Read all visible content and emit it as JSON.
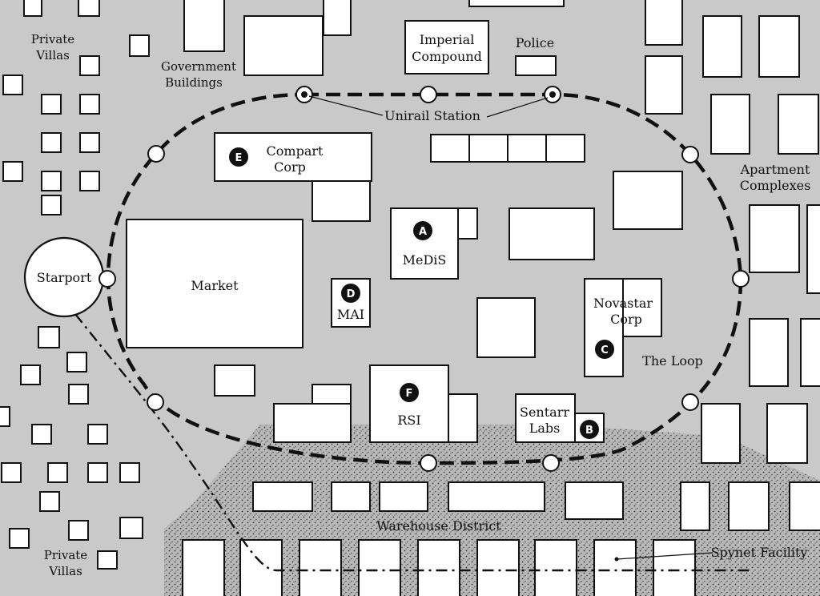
{
  "labels": {
    "private_villas_north": [
      "Private",
      "Villas"
    ],
    "private_villas_south": [
      "Private",
      "Villas"
    ],
    "government_buildings": [
      "Government",
      "Buildings"
    ],
    "imperial_compound": [
      "Imperial",
      "Compound"
    ],
    "police": "Police",
    "unirail_station": "Unirail Station",
    "apartment_complexes": [
      "Apartment",
      "Complexes"
    ],
    "starport": "Starport",
    "market": "Market",
    "mai": "MAI",
    "compart_corp": [
      "Compart",
      "Corp"
    ],
    "medis": "MeDiS",
    "novastar_corp": [
      "Novastar",
      "Corp"
    ],
    "the_loop": "The Loop",
    "sentarr_labs": [
      "Sentarr",
      "Labs"
    ],
    "rsi": "RSI",
    "warehouse_district": "Warehouse District",
    "spynet_facility": "Spynet Facility"
  },
  "markers": {
    "a": "A",
    "b": "B",
    "c": "C",
    "d": "D",
    "e": "E",
    "f": "F"
  },
  "colors": {
    "ground": "#c9c9c9",
    "warehouse_ground": "#b4b4b4",
    "building_fill": "#ffffff",
    "outline": "#111111"
  }
}
